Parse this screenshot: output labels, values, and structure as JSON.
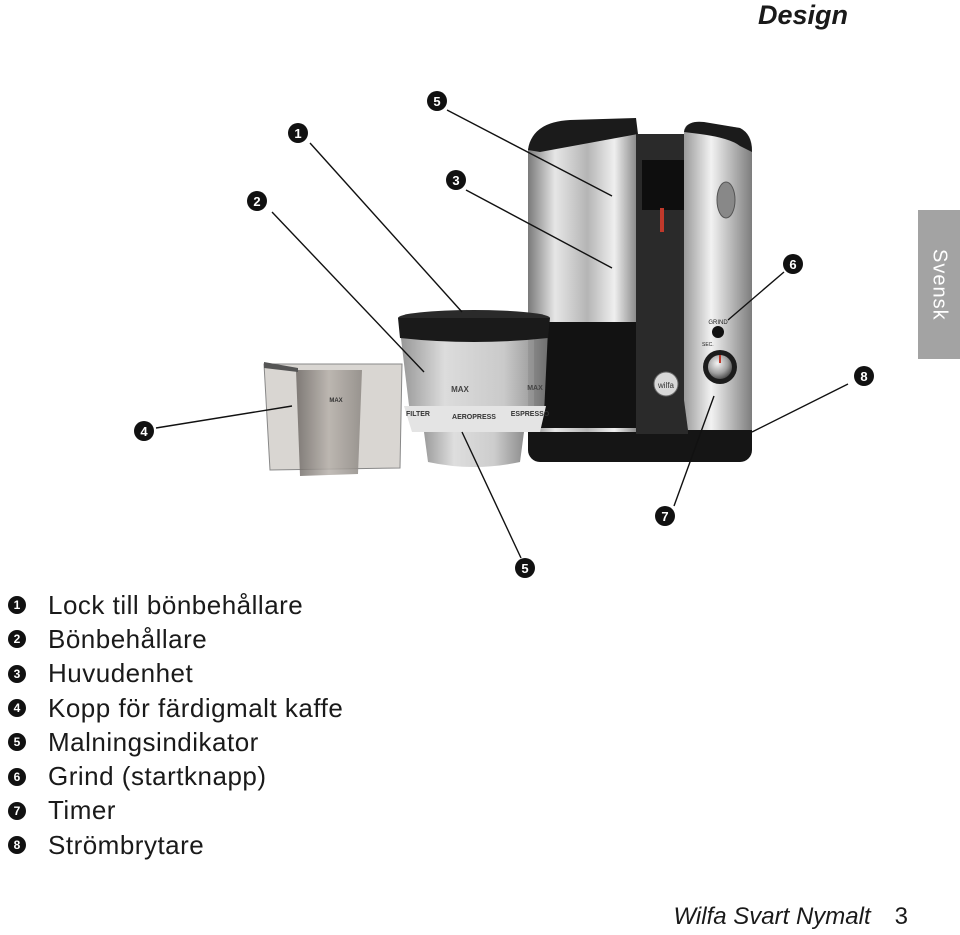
{
  "page": {
    "heading": "Design",
    "side_tab": "Svensk",
    "footer_title": "Wilfa Svart Nymalt",
    "page_number": "3"
  },
  "figure": {
    "callouts": [
      "1",
      "2",
      "3",
      "4",
      "5",
      "5",
      "6",
      "7",
      "8"
    ],
    "product_text": {
      "cup_max": "MAX",
      "hopper_max": "MAX",
      "hopper_max_right": "MAX",
      "scale_filter": "FILTER",
      "scale_aeropress": "AEROPRESS",
      "scale_espresso": "ESPRESSO",
      "grind": "GRIND",
      "sec": "SEC.",
      "brand": "wilfa"
    }
  },
  "legend": [
    {
      "num": "1",
      "label": "Lock till bönbehållare"
    },
    {
      "num": "2",
      "label": "Bönbehållare"
    },
    {
      "num": "3",
      "label": "Huvudenhet"
    },
    {
      "num": "4",
      "label": "Kopp för färdigmalt kaffe"
    },
    {
      "num": "5",
      "label": "Malningsindikator"
    },
    {
      "num": "6",
      "label": "Grind (startknapp)"
    },
    {
      "num": "7",
      "label": "Timer"
    },
    {
      "num": "8",
      "label": "Strömbrytare"
    }
  ]
}
